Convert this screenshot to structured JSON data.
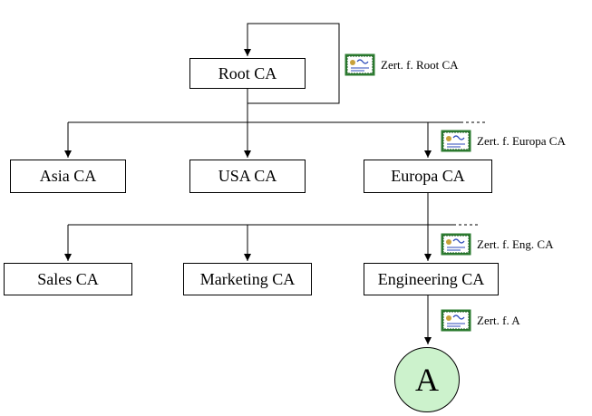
{
  "colors": {
    "line": "#000000",
    "box_border": "#000000",
    "leaf_fill": "#ccf2cc",
    "cert_border": "#2e7d32",
    "cert_fill": "#ffffff"
  },
  "nodes": {
    "root": "Root CA",
    "asia": "Asia CA",
    "usa": "USA CA",
    "europa": "Europa CA",
    "sales": "Sales CA",
    "marketing": "Marketing CA",
    "engineering": "Engineering CA",
    "leaf": "A"
  },
  "certificates": {
    "root": {
      "label": "Zert. f. Root CA",
      "icon": "certificate-icon"
    },
    "europa": {
      "label": "Zert. f. Europa CA",
      "icon": "certificate-icon"
    },
    "engineering": {
      "label": "Zert. f. Eng. CA",
      "icon": "certificate-icon"
    },
    "leaf": {
      "label": "Zert. f. A",
      "icon": "certificate-icon"
    }
  }
}
